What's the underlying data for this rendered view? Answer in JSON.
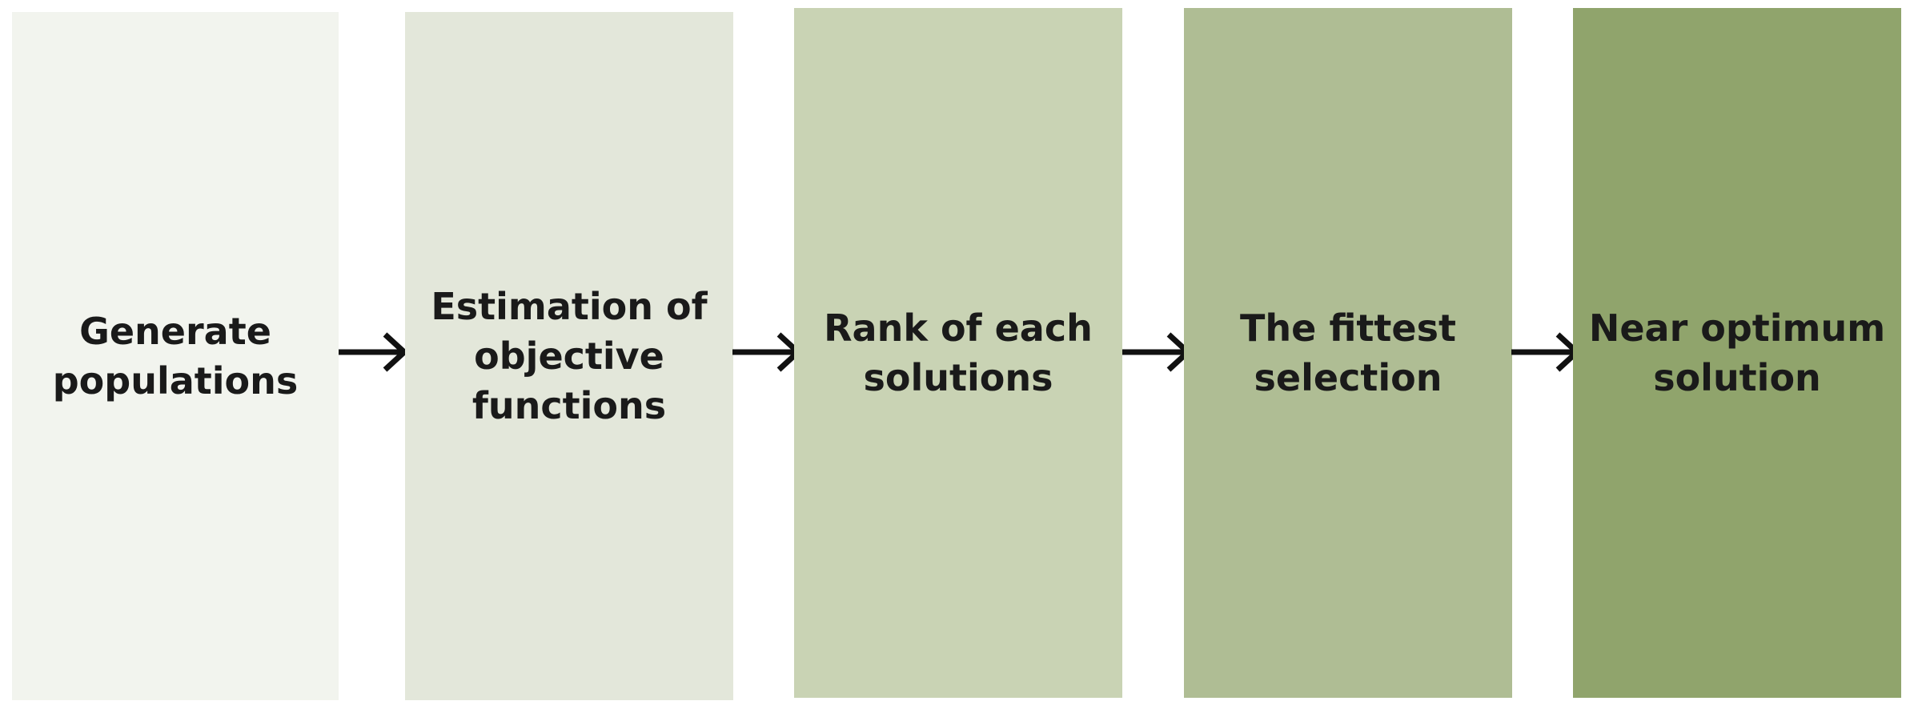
{
  "steps": [
    {
      "label": "Generate\npopulations",
      "color": "#f2f4ee"
    },
    {
      "label": "Estimation of\nobjective\nfunctions",
      "color": "#e3e7da"
    },
    {
      "label": "Rank of each\nsolutions",
      "color": "#c9d3b4"
    },
    {
      "label": "The fittest\nselection",
      "color": "#afbd94"
    },
    {
      "label": "Near optimum\nsolution",
      "color": "#90a46c"
    }
  ],
  "arrow_color": "#111111"
}
